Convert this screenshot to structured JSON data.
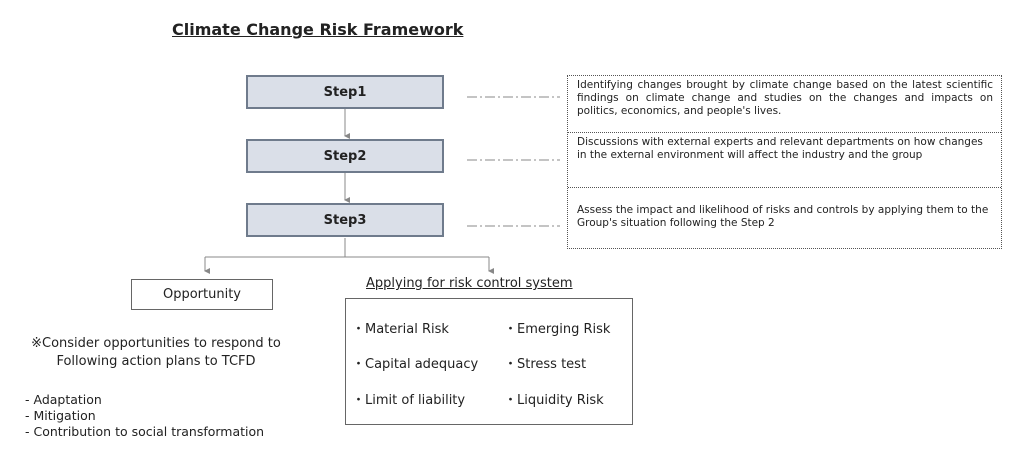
{
  "title": "Climate Change Risk Framework",
  "steps": [
    {
      "label": "Step1",
      "description": "Identifying changes brought by climate change based on the latest scientific findings on climate change and studies on the changes and impacts on politics, economics, and people's lives."
    },
    {
      "label": "Step2",
      "description": "Discussions with external experts and relevant departments on how changes in the external environment will affect the industry and the group"
    },
    {
      "label": "Step3",
      "description": "Assess the impact and likelihood of risks and controls by applying them to the Group's situation following the Step 2"
    }
  ],
  "opportunity": {
    "label": "Opportunity",
    "note_line1": "※Consider opportunities to respond to",
    "note_line2": "Following action plans to TCFD",
    "action_plans": [
      "- Adaptation",
      "- Mitigation",
      "- Contribution to social transformation"
    ]
  },
  "risk_control": {
    "title": "Applying for risk control system",
    "items": [
      "・Material Risk",
      "・Emerging Risk",
      "・Capital adequacy",
      "・Stress test",
      "・Limit of liability",
      "・Liquidity Risk"
    ]
  }
}
